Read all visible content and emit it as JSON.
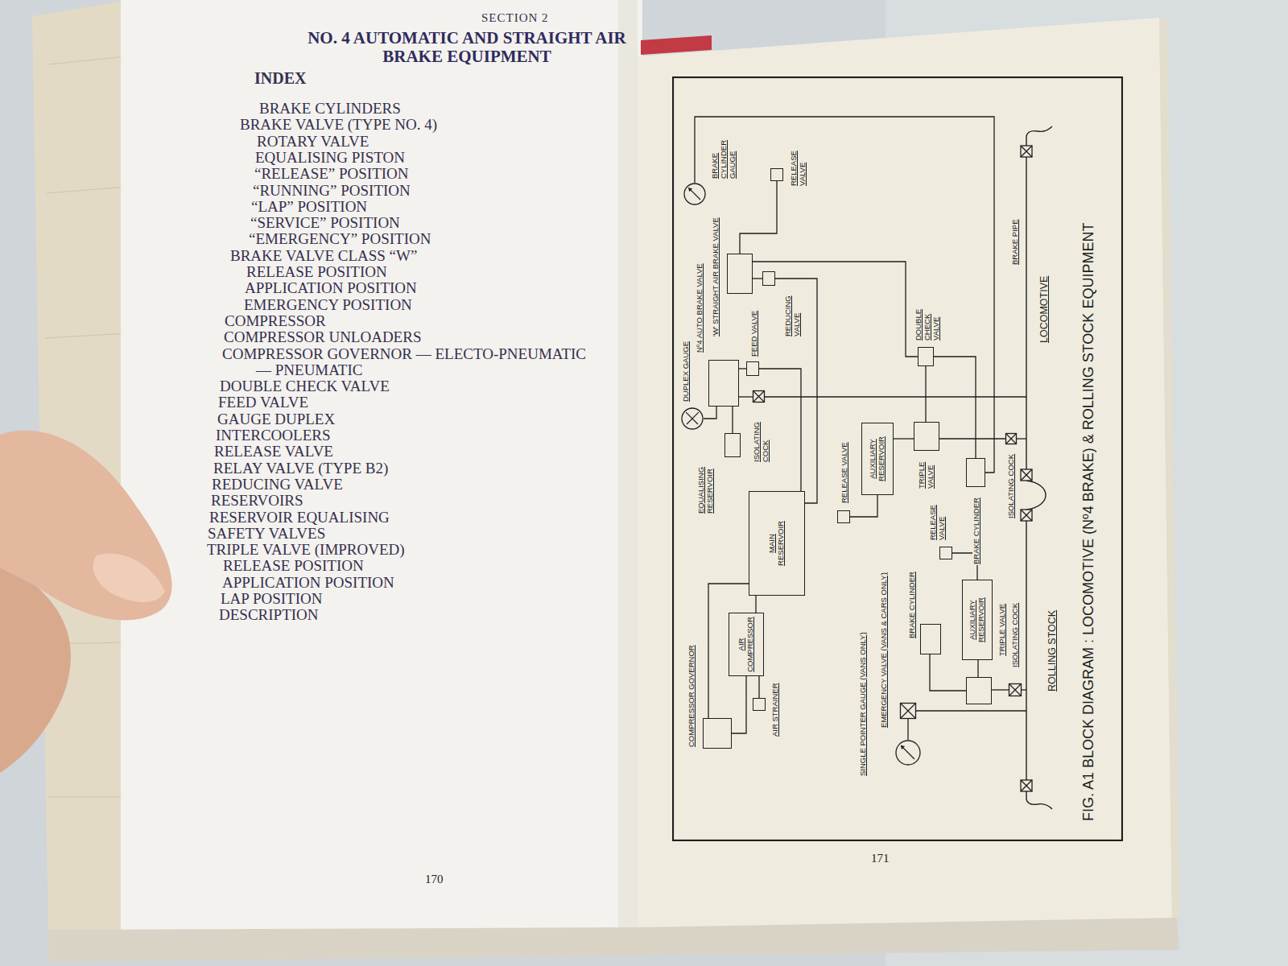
{
  "diagram": {
    "title": "NO. 4 AUTOMATIC AND STRAIGHT AIR BRAKE EQUIPMENT",
    "caption": "FIG. A1 BLOCK DIAGRAM : LOCOMOTIVE (Nº4 BRAKE) & ROLLING STOCK EQUIPMENT",
    "nodes": [
      {
        "text": [
          "COMPRESSOR GOVERNOR"
        ]
      },
      {
        "text": [
          "AIR COMPRESSOR"
        ]
      },
      {
        "text": [
          "AIR STRAINER"
        ]
      },
      {
        "text": [
          "MAIN RESERVOIR"
        ]
      },
      {
        "text": [
          "EQUALISING RESERVOIR"
        ]
      },
      {
        "text": [
          "ISOLATING COCK"
        ]
      },
      {
        "text": [
          "DUPLEX GAUGE"
        ]
      },
      {
        "text": [
          "Nº4 AUTO BRAKE VALVE"
        ]
      },
      {
        "text": [
          "FEED VALVE"
        ]
      },
      {
        "text": [
          "'W' STRAIGHT AIR BRAKE VALVE"
        ]
      },
      {
        "text": [
          "REDUCING VALVE"
        ]
      },
      {
        "text": [
          "BRAKE CYLINDER GAUGE"
        ]
      },
      {
        "text": [
          "RELEASE VALVE"
        ]
      },
      {
        "text": [
          "RELEASE VALVE"
        ]
      },
      {
        "text": [
          "AUXILIARY RESERVOIR"
        ]
      },
      {
        "text": [
          "TRIPLE VALVE"
        ]
      },
      {
        "text": [
          "DOUBLE CHECK VALVE"
        ]
      },
      {
        "text": [
          "BRAKE CYLINDER"
        ]
      },
      {
        "text": [
          "ISOLATING COCK"
        ]
      },
      {
        "text": [
          "SINGLE POINTER GAUGE (VANS ONLY)"
        ]
      },
      {
        "text": [
          "EMERGENCY VALVE (VANS & CARS ONLY)"
        ]
      },
      {
        "text": [
          "BRAKE CYLINDER"
        ]
      },
      {
        "text": [
          "RELEASE VALVE"
        ]
      },
      {
        "text": [
          "AUXILIARY RESERVOIR"
        ]
      },
      {
        "text": [
          "TRIPLE VALVE"
        ]
      },
      {
        "text": [
          "ISOLATING COCK"
        ]
      }
    ],
    "edges": [
      {
        "from": 0,
        "to": 1,
        "arrow": "none"
      },
      {
        "from": 0,
        "to": 3,
        "arrow": "none"
      },
      {
        "from": 1,
        "to": 2,
        "arrow": "none"
      },
      {
        "from": 1,
        "to": 3,
        "arrow": "none"
      },
      {
        "from": 3,
        "to": 8,
        "arrow": "none"
      },
      {
        "from": 8,
        "to": 7,
        "arrow": "none"
      },
      {
        "from": 4,
        "to": 7,
        "arrow": "none"
      },
      {
        "from": 6,
        "to": 7,
        "arrow": "none"
      },
      {
        "from": 7,
        "to": 5,
        "arrow": "none"
      },
      {
        "from": 3,
        "to": 10,
        "arrow": "none"
      },
      {
        "from": 10,
        "to": 9,
        "arrow": "none"
      },
      {
        "from": 12,
        "to": 9,
        "arrow": "none"
      },
      {
        "from": 9,
        "to": 16,
        "arrow": "none"
      },
      {
        "from": 11,
        "to": 17,
        "arrow": "none"
      },
      {
        "from": 13,
        "to": 14,
        "arrow": "none"
      },
      {
        "from": 14,
        "to": 15,
        "arrow": "none"
      },
      {
        "from": 15,
        "to": 16,
        "arrow": "none"
      },
      {
        "from": 16,
        "to": 17,
        "arrow": "none"
      },
      {
        "from": 15,
        "to": 18,
        "arrow": "none"
      },
      {
        "from": 19,
        "to": 20,
        "arrow": "none"
      },
      {
        "from": 21,
        "to": 24,
        "arrow": "none"
      },
      {
        "from": 22,
        "to": 23,
        "arrow": "none"
      },
      {
        "from": 23,
        "to": 24,
        "arrow": "none"
      },
      {
        "from": 24,
        "to": 25,
        "arrow": "none"
      }
    ],
    "labels": [
      "SECTION 2",
      "INDEX",
      "BRAKE CYLINDERS",
      "BRAKE VALVE (TYPE NO. 4)",
      "ROTARY VALVE",
      "EQUALISING PISTON",
      "“RELEASE” POSITION",
      "“RUNNING” POSITION",
      "“LAP” POSITION",
      "“SERVICE” POSITION",
      "“EMERGENCY” POSITION",
      "BRAKE VALVE CLASS “W”",
      "RELEASE POSITION",
      "APPLICATION POSITION",
      "EMERGENCY POSITION",
      "COMPRESSOR",
      "COMPRESSOR UNLOADERS",
      "COMPRESSOR GOVERNOR — ELECTO-PNEUMATIC",
      "— PNEUMATIC",
      "DOUBLE CHECK VALVE",
      "FEED VALVE",
      "GAUGE DUPLEX",
      "INTERCOOLERS",
      "RELEASE VALVE",
      "RELAY VALVE (TYPE B2)",
      "REDUCING VALVE",
      "RESERVOIRS",
      "RESERVOIR EQUALISING",
      "SAFETY VALVES",
      "TRIPLE VALVE (IMPROVED)",
      "RELEASE POSITION",
      "APPLICATION POSITION",
      "LAP POSITION",
      "DESCRIPTION",
      "170",
      "BRAKE PIPE",
      "LOCOMOTIVE",
      "ROLLING STOCK",
      "171"
    ]
  }
}
